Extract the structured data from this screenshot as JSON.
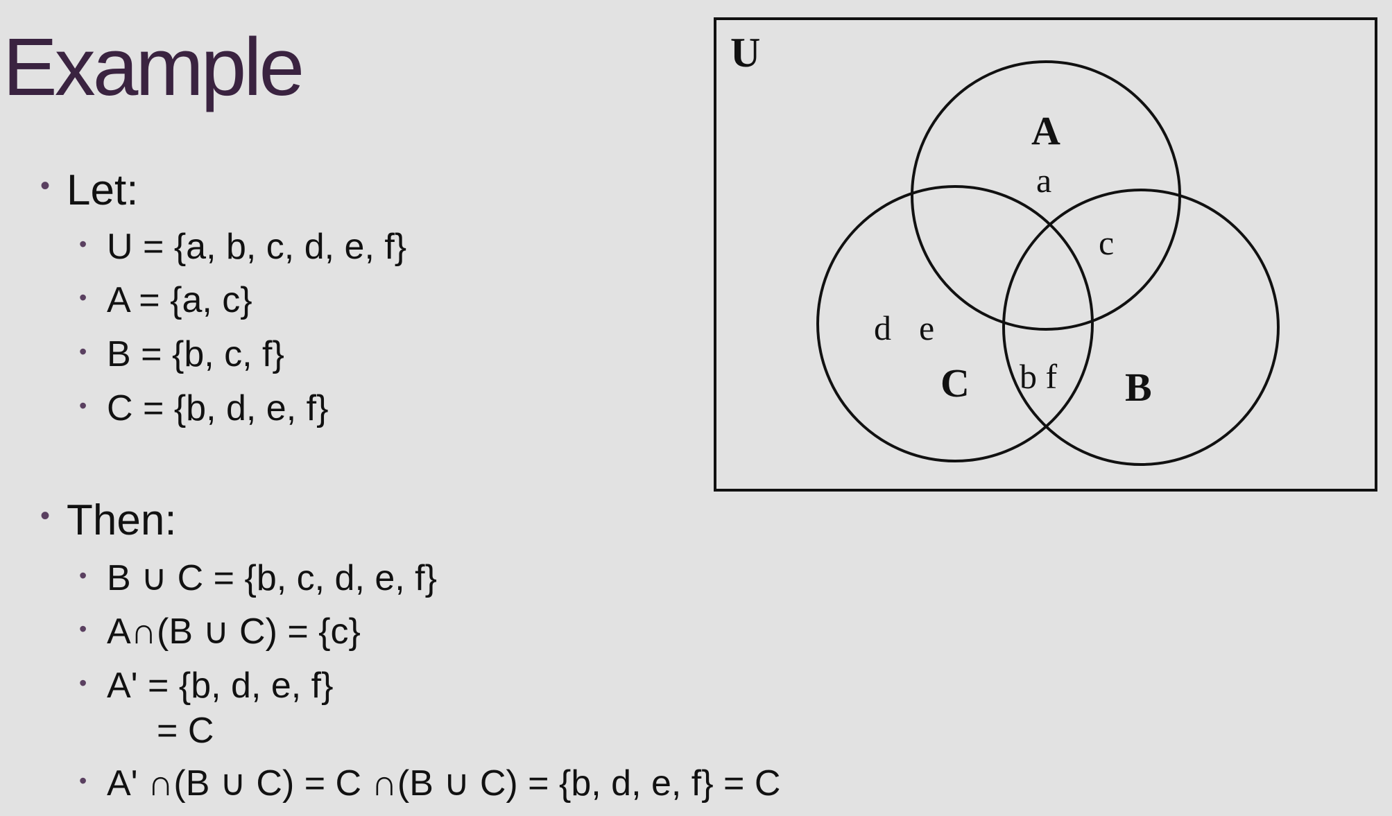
{
  "slide": {
    "title": "Example",
    "colors": {
      "background": "#e2e2e2",
      "title": "#3a2340",
      "bullet": "#5a4060",
      "text": "#111111"
    }
  },
  "content": {
    "let_heading": "Let:",
    "definitions": [
      "U = {a, b, c, d, e, f}",
      "A = {a, c}",
      "B = {b, c, f}",
      "C = {b, d, e, f}"
    ],
    "then_heading": "Then:",
    "results": [
      "B ∪ C = {b, c, d, e, f}",
      "A∩(B ∪ C) = {c}",
      "A' = {b, d, e, f}",
      "A' ∩(B ∪ C) = C ∩(B ∪ C) = {b, d, e, f} = C"
    ],
    "result_continuation": "= C"
  },
  "venn": {
    "universe_label": "U",
    "sets": [
      {
        "label": "A"
      },
      {
        "label": "B"
      },
      {
        "label": "C"
      }
    ],
    "regions": {
      "a_only": "a",
      "a_and_b": "c",
      "c_only": [
        "d",
        "e"
      ],
      "b_and_c": "b f"
    }
  }
}
